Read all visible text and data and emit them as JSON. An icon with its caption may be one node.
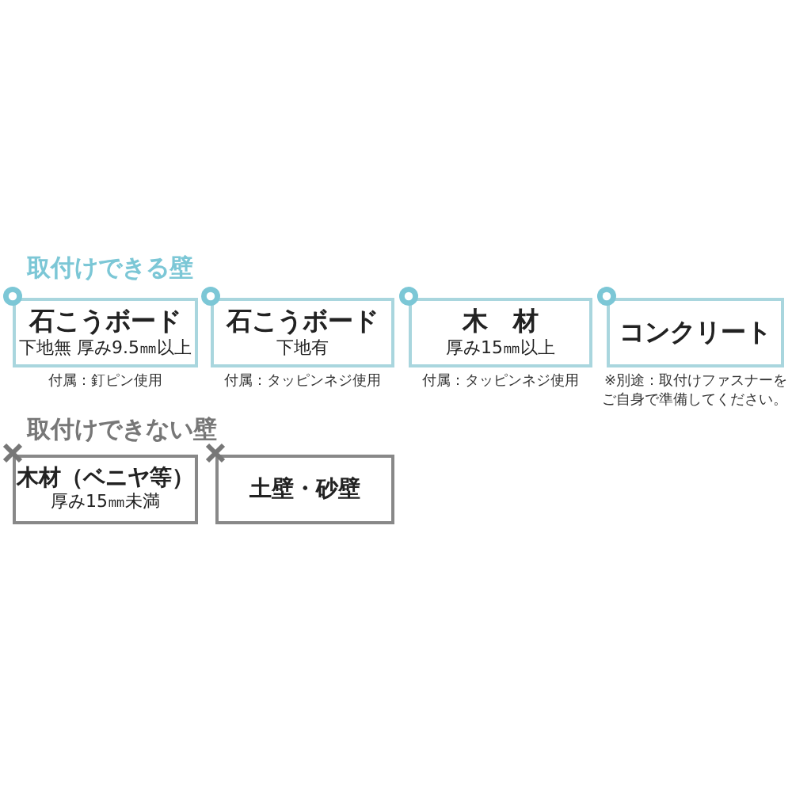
{
  "diagram": {
    "nodes": [
      {
        "text": [
          "石こうボード",
          "下地無 厚み9.5㎜以上"
        ],
        "beside": [
          "付属：釘ピン使用"
        ]
      },
      {
        "text": [
          "石こうボード",
          "下地有"
        ],
        "beside": [
          "付属：タッピンネジ使用"
        ]
      },
      {
        "text": [
          "木　材",
          "厚み15㎜以上"
        ],
        "beside": [
          "付属：タッピンネジ使用"
        ]
      },
      {
        "text": [
          "コンクリート"
        ],
        "beside": [
          "※別途：取付けファスナーをご自身で準備してください。"
        ]
      },
      {
        "text": [
          "木材（ベニヤ等）",
          "厚み15㎜未満"
        ]
      },
      {
        "text": [
          "土壁・砂壁"
        ]
      }
    ],
    "labels": [
      "取付けできる壁",
      "取付けできない壁"
    ]
  }
}
